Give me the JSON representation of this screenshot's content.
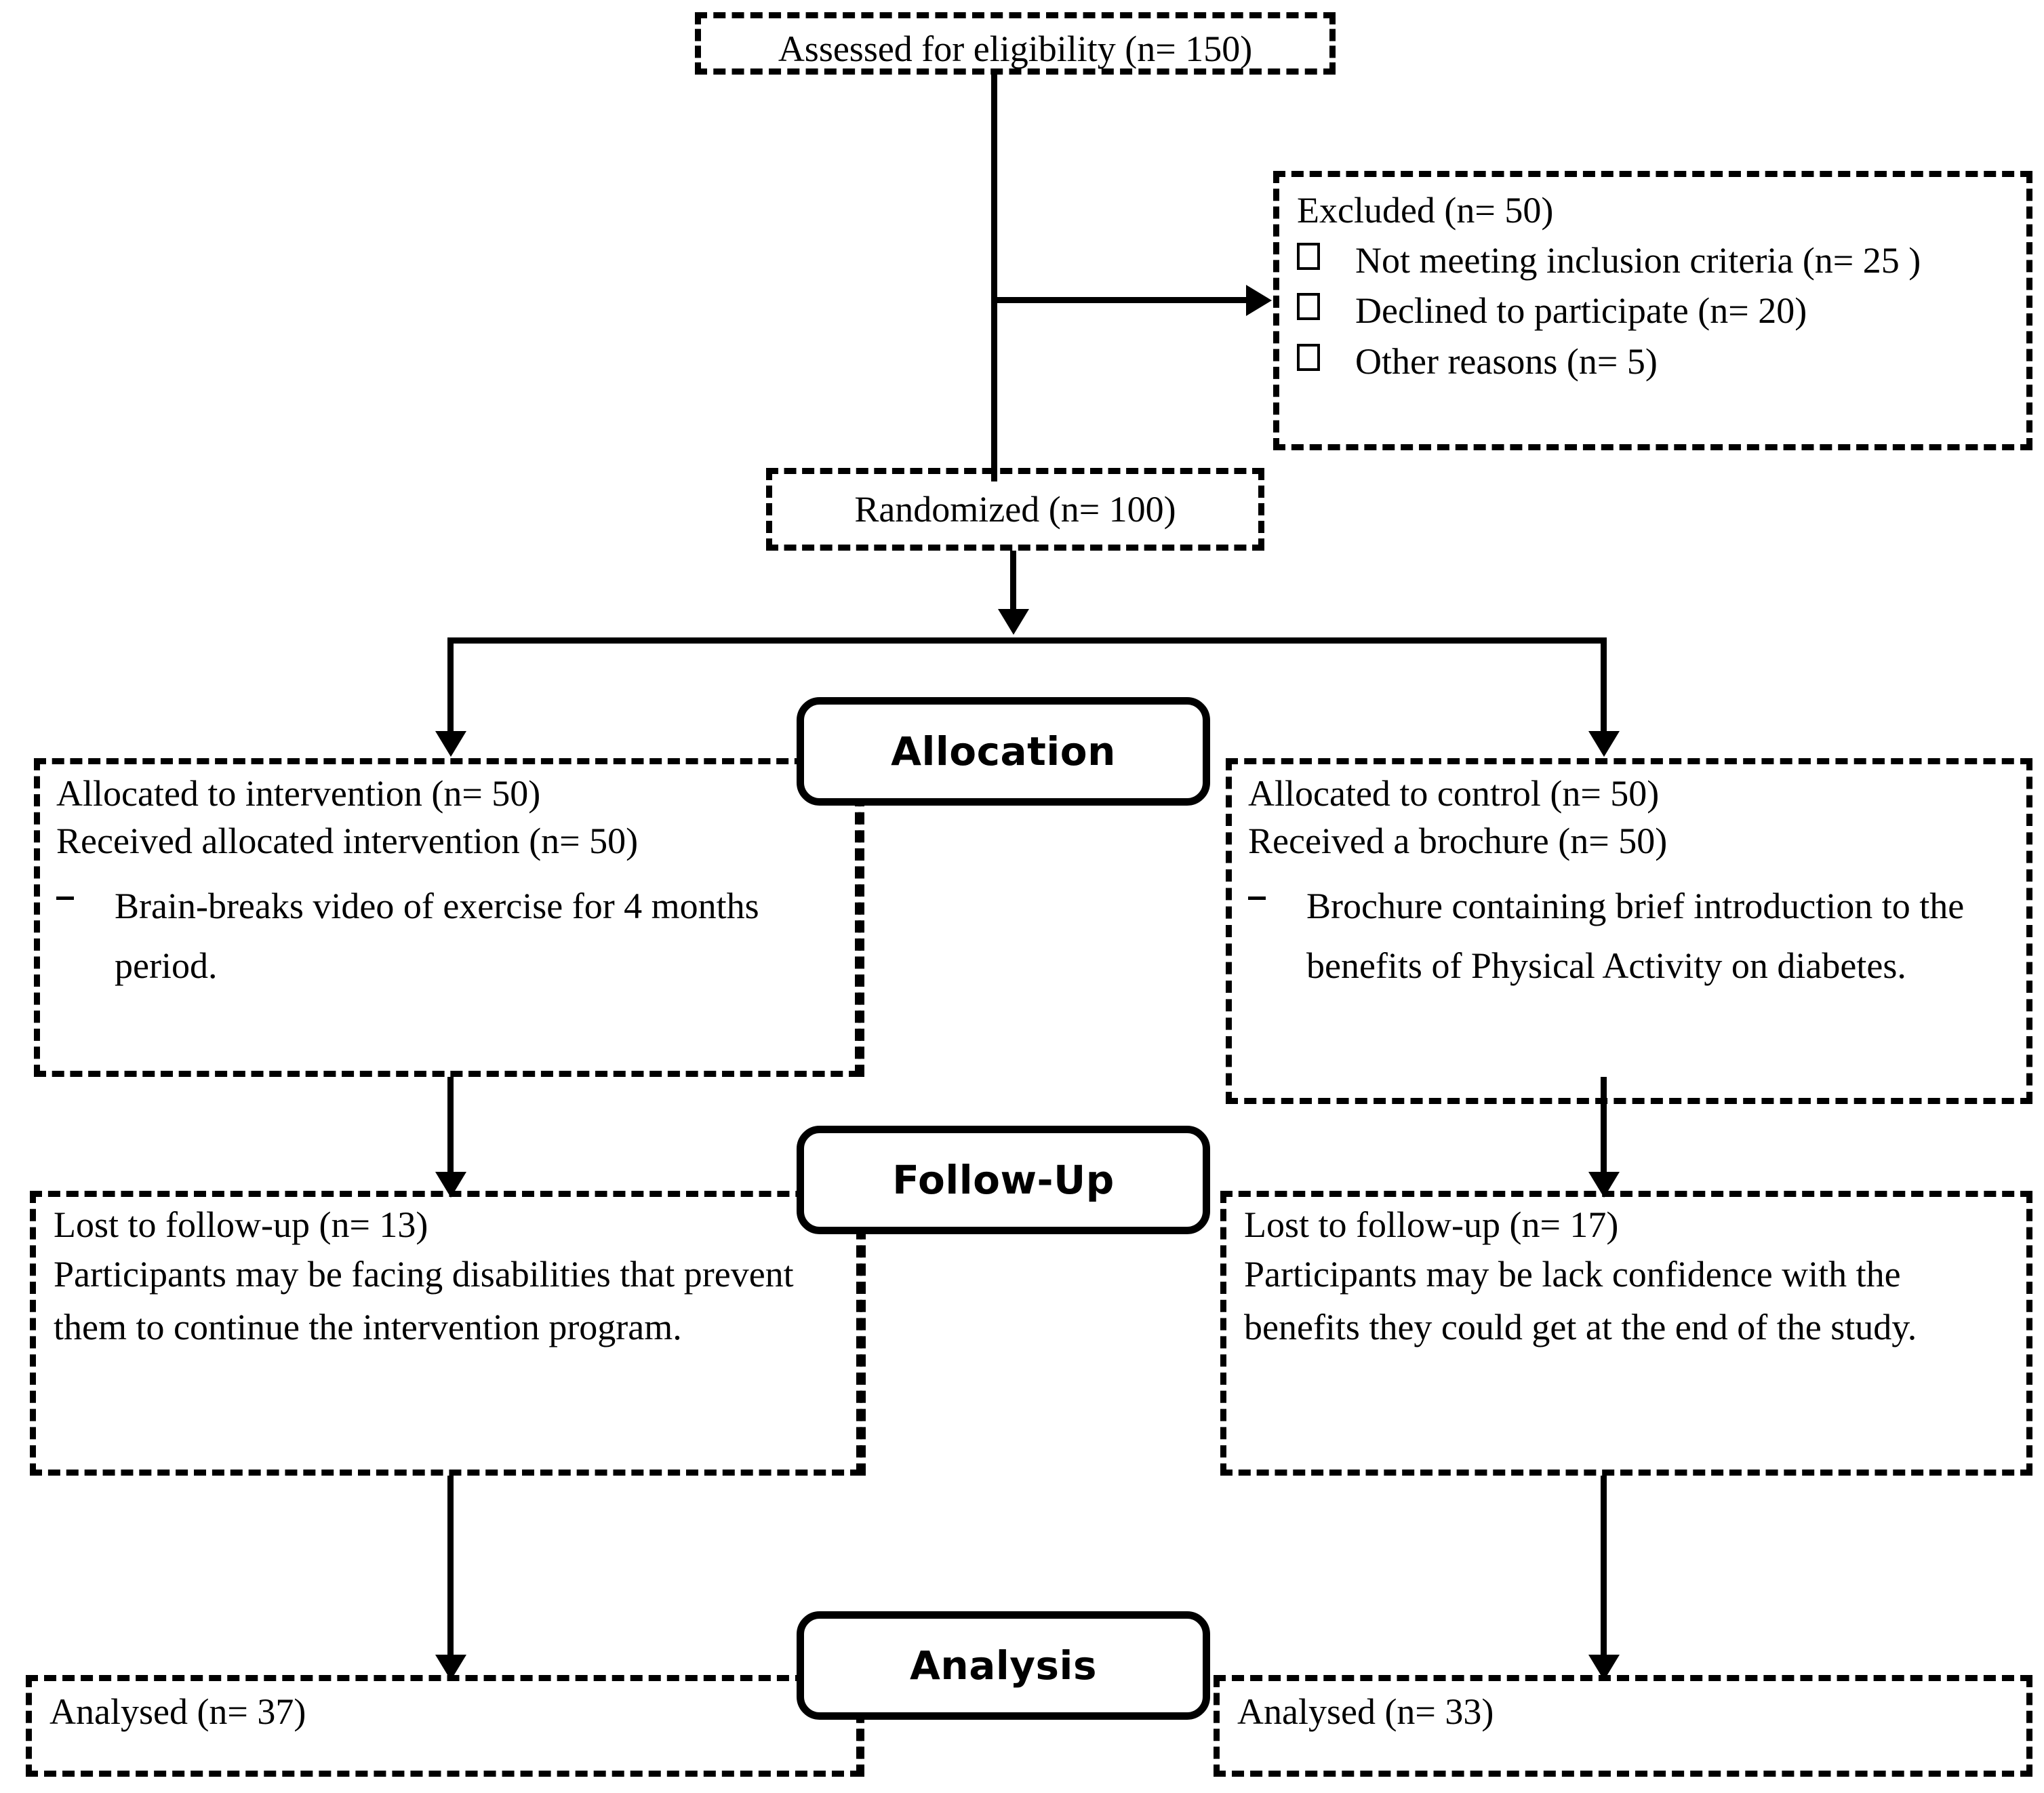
{
  "diagram": {
    "type": "CONSORT participant flow diagram",
    "stage_labels": {
      "allocation": "Allocation",
      "followup": "Follow-Up",
      "analysis": "Analysis"
    },
    "enrollment": {
      "assessed": "Assessed for eligibility (n= 150)",
      "randomized": "Randomized (n= 100)",
      "excluded": {
        "heading": "Excluded (n= 50)",
        "reasons": [
          "Not meeting inclusion criteria (n= 25 )",
          "Declined to participate (n= 20)",
          "Other reasons (n= 5)"
        ]
      }
    },
    "intervention_arm": {
      "allocated": "Allocated to intervention (n= 50)",
      "received": "Received allocated intervention (n= 50)",
      "detail": "Brain-breaks video of exercise for 4 months period.",
      "lost": "Lost to follow-up (n= 13)",
      "lost_reason": "Participants may be facing disabilities that prevent them to continue the intervention program.",
      "analysed": "Analysed (n= 37)"
    },
    "control_arm": {
      "allocated": "Allocated to control (n= 50)",
      "received": "Received a brochure (n= 50)",
      "detail": "Brochure containing brief introduction to the benefits of Physical Activity on diabetes.",
      "lost": "Lost to follow-up (n= 17)",
      "lost_reason": "Participants may be lack confidence with the benefits they could get at the end of the study.",
      "analysed": "Analysed (n= 33)"
    },
    "colors": {
      "line": "#000000",
      "background": "#ffffff",
      "text": "#000000"
    }
  }
}
